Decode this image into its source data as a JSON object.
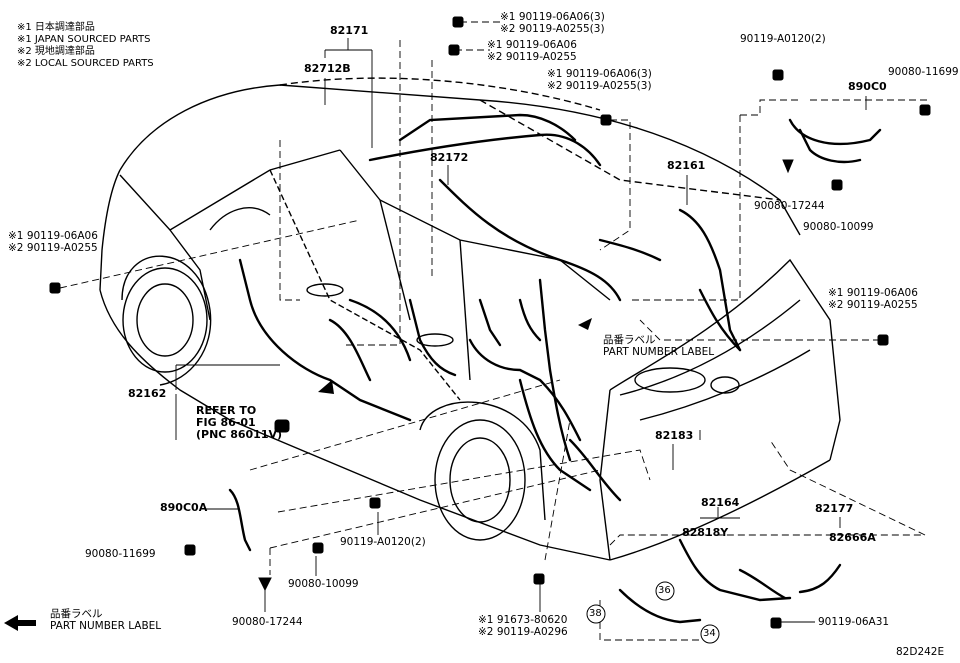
{
  "legend": [
    "※1 日本調達部品",
    "※1 JAPAN SOURCED PARTS",
    "※2 現地調達部品",
    "※2 LOCAL SOURCED PARTS"
  ],
  "labels": {
    "p82171": "82171",
    "p82712B": "82712B",
    "p82172": "82172",
    "p82161": "82161",
    "p82162": "82162",
    "p82183": "82183",
    "p82164": "82164",
    "p82818Y": "82818Y",
    "p82177": "82177",
    "p82666A": "82666A",
    "p890C0": "890C0",
    "p890C0A": "890C0A",
    "b1a": "※1 90119-06A06(3)",
    "b1b": "※2 90119-A0255(3)",
    "b2a": "※1 90119-06A06",
    "b2b": "※2 90119-A0255",
    "b3a": "※1 90119-06A06(3)",
    "b3b": "※2 90119-A0255(3)",
    "b4": "90119-A0120(2)",
    "b5": "90080-11699",
    "b6": "90080-17244",
    "b7": "90080-10099",
    "b8a": "※1 90119-06A06",
    "b8b": "※2 90119-A0255",
    "b9a": "※1 90119-06A06",
    "b9b": "※2 90119-A0255",
    "pnlJp": "品番ラベル",
    "pnlEn": "PART NUMBER LABEL",
    "refer1": "REFER TO",
    "refer2": "FIG 86-01",
    "refer3": "(PNC 86011V)",
    "b10": "90080-11699",
    "b11": "90119-A0120(2)",
    "b12": "90080-10099",
    "b13": "90080-17244",
    "b14a": "※1 91673-80620",
    "b14b": "※2 90119-A0296",
    "b15": "90119-06A31",
    "c36": "36",
    "c38": "38",
    "c34": "34",
    "bottomJp": "品番ラベル",
    "bottomEn": "PART NUMBER LABEL",
    "code": "82D242E"
  }
}
